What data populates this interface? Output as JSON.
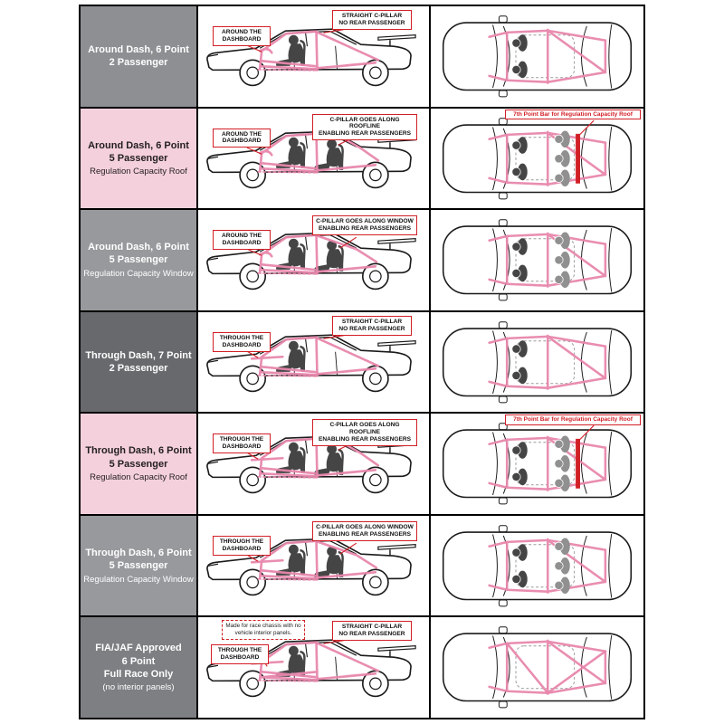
{
  "colors": {
    "cage_pink": "#e887ac",
    "callout_red": "#d11f26",
    "row_gray": "#8d8f92",
    "row_gray_light": "#97999c",
    "row_gray_dark": "#67696c",
    "row_gray_medium": "#7d7f82",
    "row_pink": "#f4d0dc",
    "figure_dark": "#454545",
    "figure_light": "#909090"
  },
  "rows": [
    {
      "title": "Around Dash, 6 Point\n2 Passenger",
      "subtitle": "",
      "theme": "gray",
      "dash_label": "AROUND THE\nDASHBOARD",
      "cpillar_label": "STRAIGHT C-PILLAR\nNO REAR PASSENGER",
      "top_label": "",
      "passengers": 2,
      "cpillar_style": "straight"
    },
    {
      "title": "Around Dash, 6 Point\n5 Passenger",
      "subtitle": "Regulation Capacity Roof",
      "theme": "pink",
      "dash_label": "AROUND THE\nDASHBOARD",
      "cpillar_label": "C-PILLAR GOES ALONG ROOFLINE\nENABLING REAR PASSENGERS",
      "top_label": "7th Point Bar for Regulation Capacity Roof",
      "passengers": 5,
      "cpillar_style": "roofline"
    },
    {
      "title": "Around Dash, 6 Point\n5 Passenger",
      "subtitle": "Regulation Capacity Window",
      "theme": "gray_light",
      "dash_label": "AROUND THE\nDASHBOARD",
      "cpillar_label": "C-PILLAR GOES ALONG WINDOW\nENABLING REAR PASSENGERS",
      "top_label": "",
      "passengers": 5,
      "cpillar_style": "window"
    },
    {
      "title": "Through Dash, 7 Point\n2 Passenger",
      "subtitle": "",
      "theme": "gray_dark",
      "dash_label": "THROUGH THE\nDASHBOARD",
      "cpillar_label": "STRAIGHT C-PILLAR\nNO REAR PASSENGER",
      "top_label": "",
      "passengers": 2,
      "cpillar_style": "straight"
    },
    {
      "title": "Through Dash, 6 Point\n5 Passenger",
      "subtitle": "Regulation Capacity Roof",
      "theme": "pink",
      "dash_label": "THROUGH THE\nDASHBOARD",
      "cpillar_label": "C-PILLAR GOES ALONG ROOFLINE\nENABLING REAR PASSENGERS",
      "top_label": "7th Point Bar for Regulation Capacity Roof",
      "passengers": 5,
      "cpillar_style": "roofline"
    },
    {
      "title": "Through Dash, 6 Point\n5 Passenger",
      "subtitle": "Regulation Capacity Window",
      "theme": "gray_light",
      "dash_label": "THROUGH THE\nDASHBOARD",
      "cpillar_label": "C-PILLAR GOES ALONG WINDOW\nENABLING REAR PASSENGERS",
      "top_label": "",
      "passengers": 5,
      "cpillar_style": "window"
    },
    {
      "title": "FIA/JAF Approved\n6 Point\nFull Race Only",
      "subtitle": "(no interior panels)",
      "theme": "gray_medium",
      "note_label": "Made for race chassis with no\nvehicle interior panels.",
      "dash_label": "THROUGH THE\nDASHBOARD",
      "cpillar_label": "STRAIGHT C-PILLAR\nNO REAR PASSENGER",
      "top_label": "",
      "passengers": 0,
      "cpillar_style": "straight"
    }
  ]
}
